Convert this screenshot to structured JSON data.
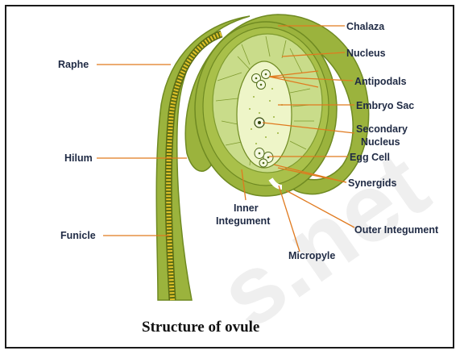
{
  "labels": {
    "raphe": "Raphe",
    "hilum": "Hilum",
    "funicle": "Funicle",
    "chalaza": "Chalaza",
    "nucleus": "Nucleus",
    "antipodals": "Antipodals",
    "embryo_sac": "Embryo Sac",
    "secondary_line1": "Secondary",
    "secondary_line2": "Nucleus",
    "egg_cell": "Egg Cell",
    "synergids": "Synergids",
    "inner_line1": "Inner",
    "inner_line2": "Integument",
    "outer_integument": "Outer Integument",
    "micropyle": "Micropyle"
  },
  "caption": "Structure of ovule",
  "watermark": "s.net",
  "colors": {
    "integument": "#9bb33d",
    "integument_dark": "#6f8a22",
    "nucellus": "#c9dc8a",
    "embryo_sac": "#eef5c8",
    "raphe_strand": "#e3c22a",
    "leader": "#e07a1f",
    "label": "#1f2a44"
  }
}
